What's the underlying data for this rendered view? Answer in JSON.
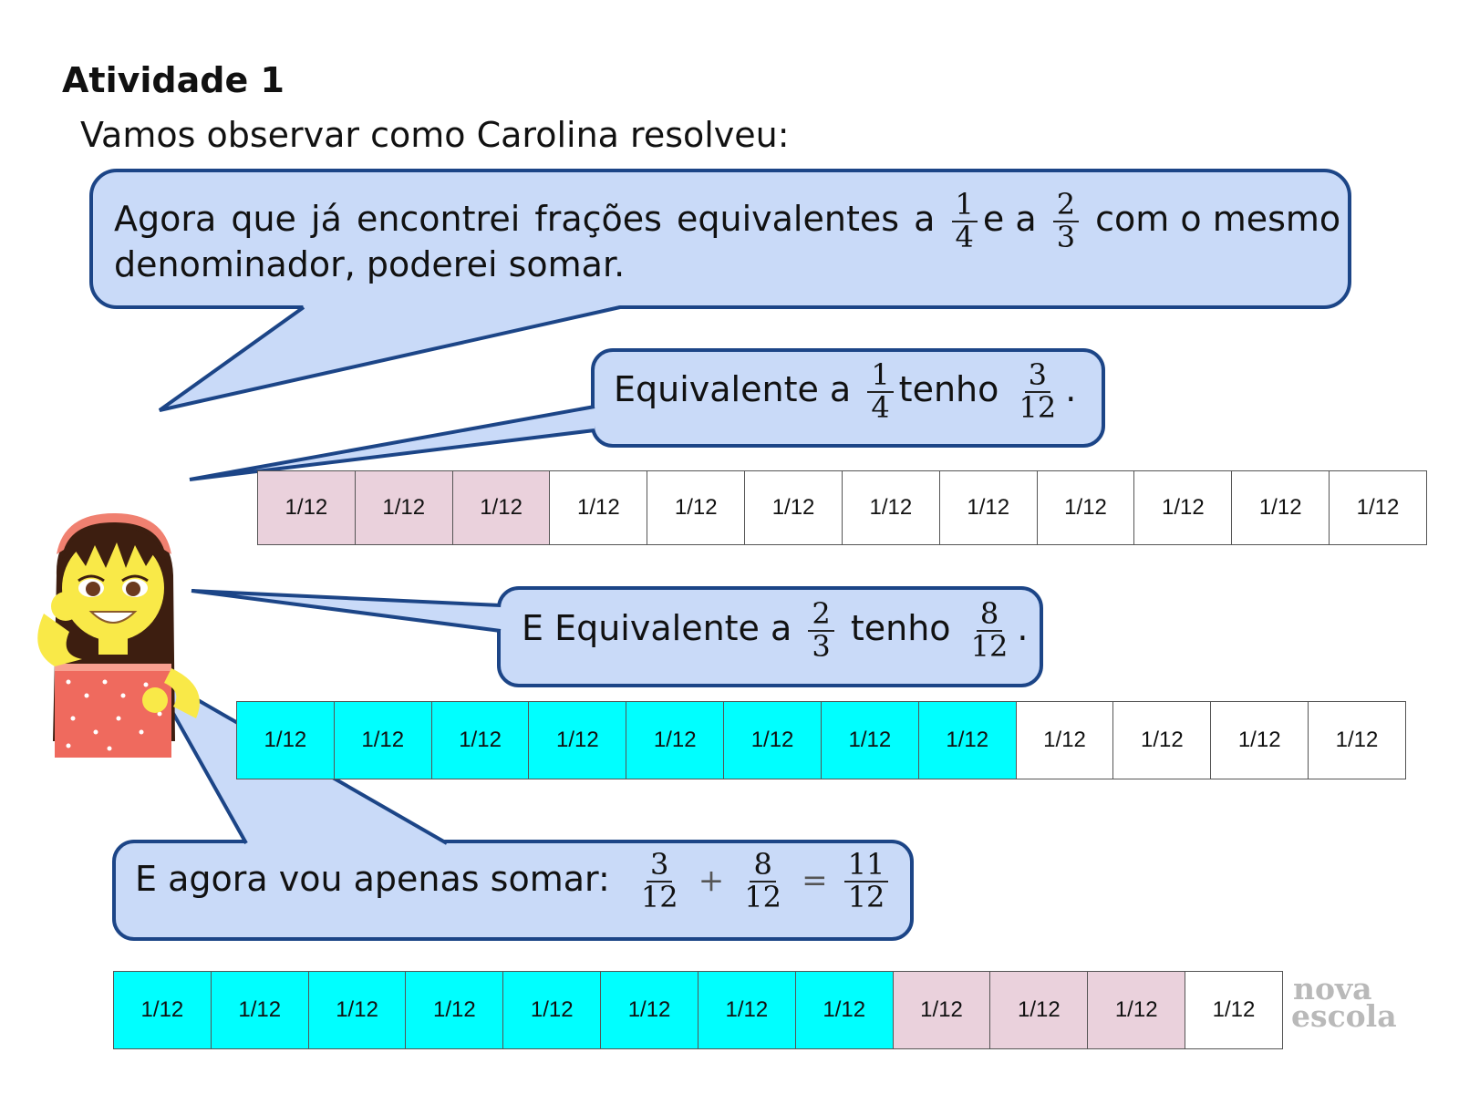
{
  "header": {
    "title": "Atividade 1",
    "subtitle": "Vamos observar como Carolina resolveu:"
  },
  "bubbles": {
    "intro": {
      "text1": "Agora que já encontrei frações equivalentes a",
      "frac1": {
        "num": "1",
        "den": "4"
      },
      "text2": "e a",
      "frac2": {
        "num": "2",
        "den": "3"
      },
      "text3": "com o mesmo",
      "line2": "denominador, poderei somar."
    },
    "quarter": {
      "text1": "Equivalente a",
      "frac1": {
        "num": "1",
        "den": "4"
      },
      "text2": "tenho",
      "frac2": {
        "num": "3",
        "den": "12"
      },
      "period": "."
    },
    "twothirds": {
      "text1": "E Equivalente a",
      "frac1": {
        "num": "2",
        "den": "3"
      },
      "text2": "tenho",
      "frac2": {
        "num": "8",
        "den": "12"
      },
      "period": "."
    },
    "sum": {
      "text1": "E agora vou apenas somar:",
      "fracA": {
        "num": "3",
        "den": "12"
      },
      "plus": "+",
      "fracB": {
        "num": "8",
        "den": "12"
      },
      "equals": "=",
      "fracC": {
        "num": "11",
        "den": "12"
      }
    }
  },
  "bars": {
    "cell_label": "1/12",
    "bar1": {
      "cells": 12,
      "segments": [
        {
          "count": 3,
          "color": "#ead1dc"
        },
        {
          "count": 9,
          "color": "#ffffff"
        }
      ]
    },
    "bar2": {
      "cells": 12,
      "segments": [
        {
          "count": 8,
          "color": "#00ffff"
        },
        {
          "count": 4,
          "color": "#ffffff"
        }
      ]
    },
    "bar3": {
      "cells": 12,
      "segments": [
        {
          "count": 8,
          "color": "#00ffff"
        },
        {
          "count": 3,
          "color": "#ead1dc"
        },
        {
          "count": 1,
          "color": "#ffffff"
        }
      ]
    }
  },
  "colors": {
    "bubble_fill": "#c9daf8",
    "bubble_stroke": "#1c4587",
    "hair": "#3d1e10",
    "skin": "#f9e948",
    "headband": "#f08070",
    "dress": "#ef6a5e",
    "logo": "#b9b9b9"
  },
  "logo": {
    "line1": "nova",
    "line2": "escola"
  }
}
